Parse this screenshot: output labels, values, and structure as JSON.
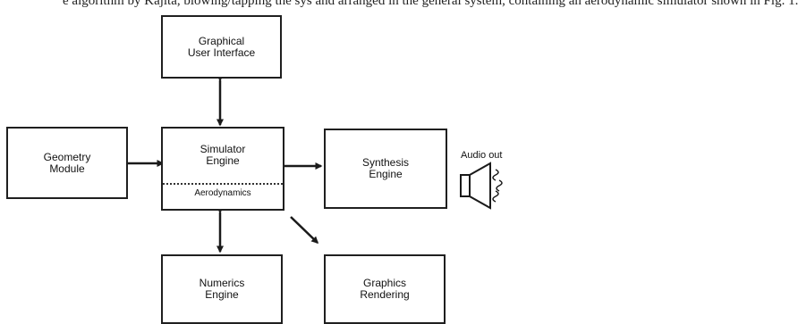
{
  "top_text": "e algorithm by Kajita, blowing/tapping the sys and arranged in the general system, containing an aerodynamic simulator shown in Fig. 1.",
  "boxes": {
    "gui": {
      "line1": "Graphical",
      "line2": "User Interface"
    },
    "geometry": {
      "line1": "Geometry",
      "line2": "Module"
    },
    "simulator": {
      "line1": "Simulator",
      "line2": "Engine",
      "sub": "Aerodynamics"
    },
    "synthesis": {
      "line1": "Synthesis",
      "line2": "Engine"
    },
    "numerics": {
      "line1": "Numerics",
      "line2": "Engine"
    },
    "graphics": {
      "line1": "Graphics",
      "line2": "Rendering"
    }
  },
  "audio_label": "Audio out",
  "icons": {
    "speaker": "speaker-icon"
  }
}
